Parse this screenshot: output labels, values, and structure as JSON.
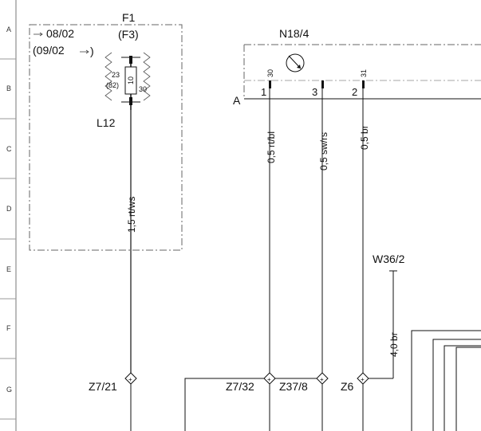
{
  "row_labels": [
    "A",
    "B",
    "C",
    "D",
    "E",
    "F",
    "G"
  ],
  "fuse": {
    "name": "F1",
    "alt_name": "(F3)",
    "from_note": "08/02",
    "until_note": "(09/02",
    "terminal_23": "23",
    "terminal_82": "(82)",
    "terminal_10": "10",
    "terminal_30": "30",
    "connector": "L12"
  },
  "sensor": {
    "name": "N18/4",
    "row_mark": "A",
    "pin_numbers": [
      "30",
      "31"
    ],
    "pins": [
      "1",
      "3",
      "2"
    ]
  },
  "wires": {
    "w1": "1,5 rt/ws",
    "w2": "0,5 rt/bl",
    "w3": "0,5 sw/rs",
    "w4": "0,5 br",
    "w5": "4,0 br"
  },
  "ground": "W36/2",
  "junctions": [
    "Z7/21",
    "Z7/32",
    "Z37/8",
    "Z6"
  ]
}
